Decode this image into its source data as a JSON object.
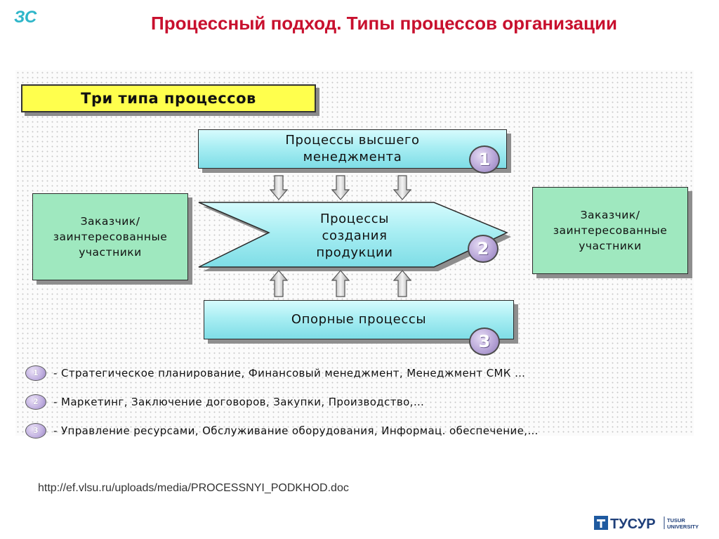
{
  "slide": {
    "title": "Процессный подход. Типы процессов организации",
    "source_link": "http://ef.vlsu.ru/uploads/media/PROCESSNYI_PODKHOD.doc"
  },
  "diagram": {
    "header": "Три типа процессов",
    "top_process": {
      "line1": "Процессы высшего",
      "line2": "менеджмента",
      "number": "1"
    },
    "core_process": {
      "line1": "Процессы",
      "line2": "создания",
      "line3": "продукции",
      "number": "2"
    },
    "support_process": {
      "line1": "Опорные процессы",
      "number": "3"
    },
    "left_stakeholders": {
      "line1": "Заказчик/",
      "line2": "заинтересованные",
      "line3": "участники"
    },
    "right_stakeholders": {
      "line1": "Заказчик/",
      "line2": "заинтересованные",
      "line3": "участники"
    }
  },
  "legend": [
    {
      "number": "1",
      "text": "- Стратегическое планирование, Финансовый менеджмент, Менеджмент СМК …"
    },
    {
      "number": "2",
      "text": "- Маркетинг, Заключение договоров, Закупки, Производство,…"
    },
    {
      "number": "3",
      "text": "- Управление ресурсами, Обслуживание оборудования, Информац. обеспечение,…"
    }
  ],
  "logos": {
    "top_left": "ЗС",
    "bottom_right_main": "ТУСУР",
    "bottom_right_sub1": "TUSUR",
    "bottom_right_sub2": "UNIVERSITY"
  },
  "colors": {
    "title": "#c8102e",
    "header_fill": "#ffff4d",
    "process_fill": "#a9eef3",
    "stakeholder_fill": "#9fe8bf",
    "badge_fill": "#b8a6d8"
  }
}
